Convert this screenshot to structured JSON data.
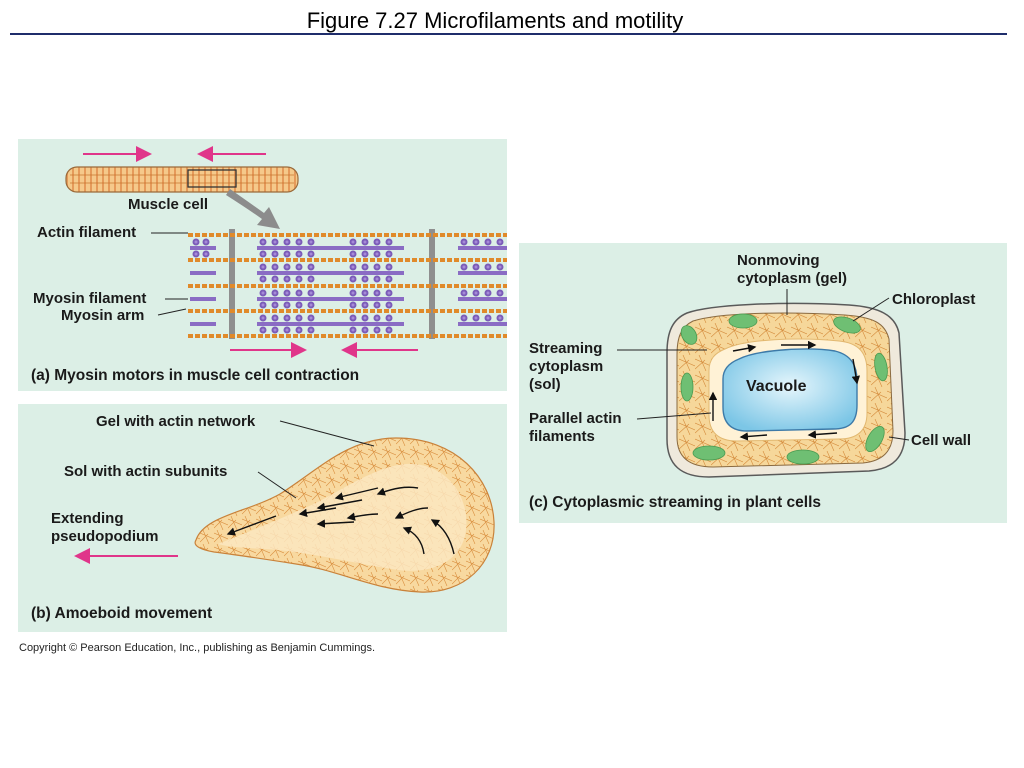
{
  "title": "Figure 7.27  Microfilaments and motility",
  "panel_a": {
    "muscle_cell": "Muscle cell",
    "actin_filament": "Actin filament",
    "myosin_filament": "Myosin filament",
    "myosin_arm": "Myosin arm",
    "caption": "(a) Myosin motors in muscle cell contraction"
  },
  "panel_b": {
    "gel": "Gel with actin network",
    "sol": "Sol with actin subunits",
    "extending_1": "Extending",
    "extending_2": "pseudopodium",
    "caption": "(b) Amoeboid movement"
  },
  "panel_c": {
    "nonmoving_1": "Nonmoving",
    "nonmoving_2": "cytoplasm (gel)",
    "chloroplast": "Chloroplast",
    "streaming_1": "Streaming",
    "streaming_2": "cytoplasm",
    "streaming_3": "(sol)",
    "vacuole": "Vacuole",
    "parallel_1": "Parallel actin",
    "parallel_2": "filaments",
    "cell_wall": "Cell wall",
    "caption": "(c) Cytoplasmic streaming in plant cells"
  },
  "copyright": "Copyright © Pearson Education, Inc., publishing as Benjamin Cummings.",
  "colors": {
    "panel_bg": "#dcefe6",
    "arrow_pink": "#e0358a",
    "actin_orange": "#e08a2a",
    "myosin_purple": "#8a6cc4",
    "cytoplasm": "#f6d79a",
    "chloroplast": "#6fbf73",
    "vacuole": "#8fd0ec"
  }
}
